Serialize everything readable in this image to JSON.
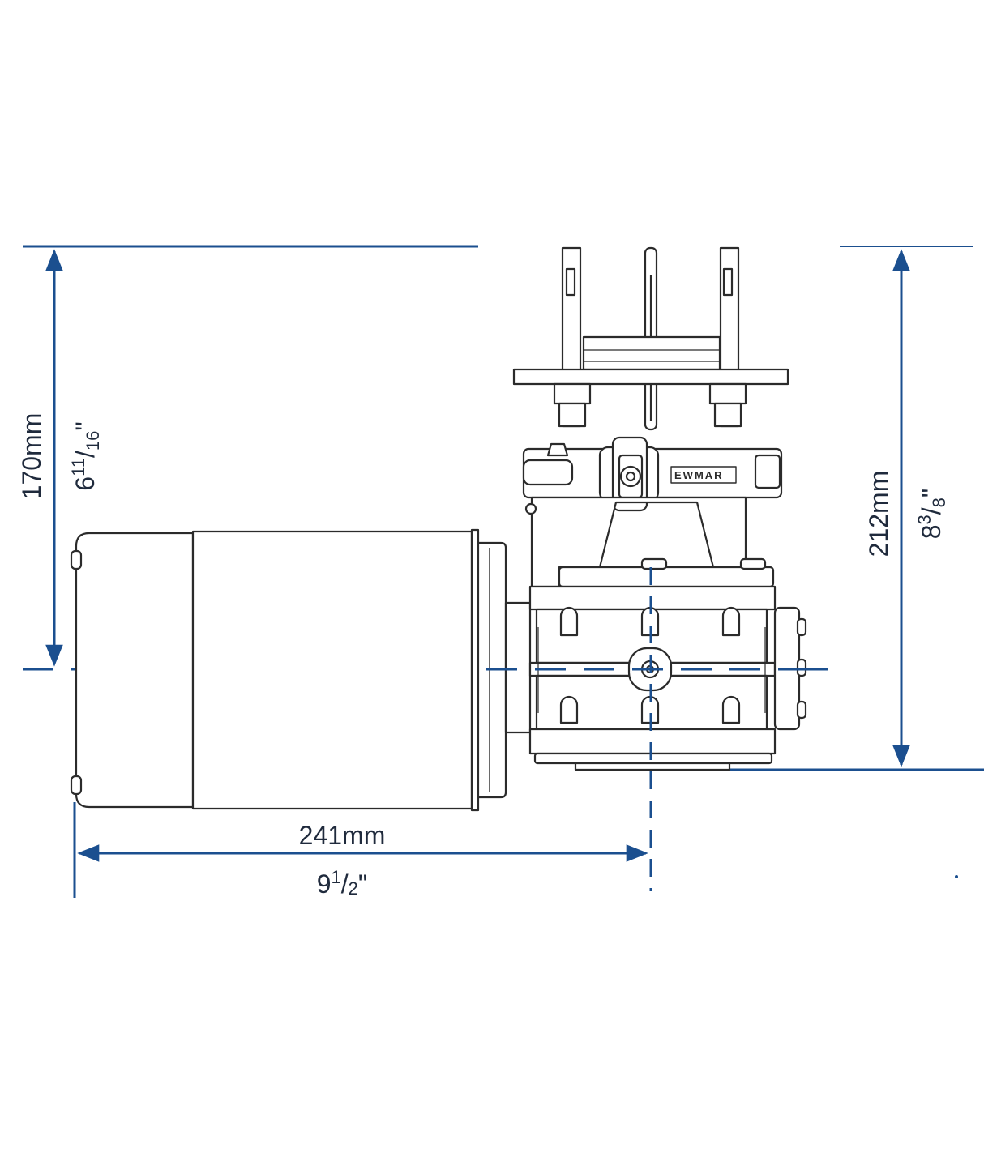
{
  "colors": {
    "dimension": "#1b4f8f",
    "outline": "#2b2b2b",
    "background": "#ffffff"
  },
  "dimensions": {
    "height_center_mm": "170mm",
    "height_center_in": {
      "whole": "6",
      "num": "11",
      "den": "16",
      "unit": "\""
    },
    "height_total_mm": "212mm",
    "height_total_in": {
      "whole": "8",
      "num": "3",
      "den": "8",
      "unit": "\""
    },
    "length_mm": "241mm",
    "length_in": {
      "whole": "9",
      "num": "1",
      "den": "2",
      "unit": "\""
    }
  },
  "label_plate": "EWMAR"
}
